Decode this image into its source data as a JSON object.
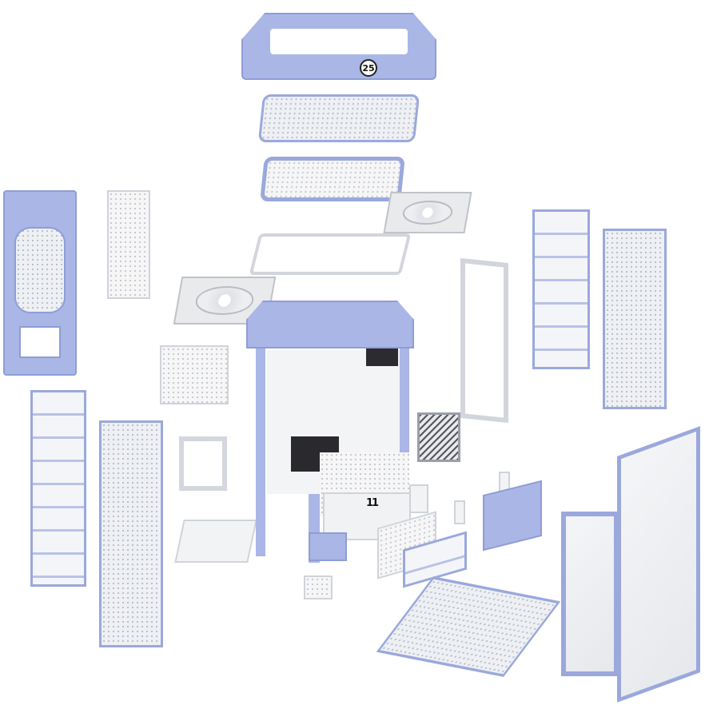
{
  "image": {
    "description": "Exploded view render of a PC case in light blue and white",
    "colors": {
      "accent_blue": "#aab6e6",
      "accent_blue_border": "#8f9dd6",
      "panel_white": "#f2f3f5",
      "background": "#ffffff"
    },
    "top_ring": {
      "badge_text": "25"
    },
    "chassis": {
      "logo_text": "11"
    }
  }
}
